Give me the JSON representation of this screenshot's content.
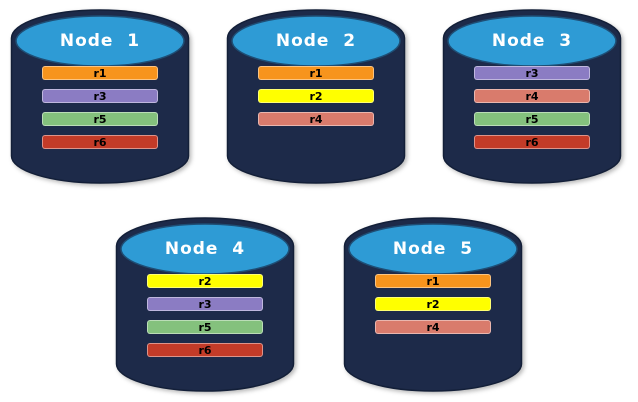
{
  "diagram": {
    "description": "Database cluster replica placement diagram",
    "background_color": "#FFFFFF",
    "cylinder": {
      "body_color": "#1D2A49",
      "body_outline_color": "#131F38",
      "top_color": "#2E9BD5",
      "top_outline_color": "#1E4E75",
      "title_color": "#FFFFFF"
    },
    "replica_colors": {
      "r1": "#F7941D",
      "r2": "#FFFF00",
      "r3": "#8B7CC3",
      "r4": "#D97B6C",
      "r5": "#84C17D",
      "r6": "#C33B28"
    },
    "nodes": [
      {
        "title": "Node  1",
        "row": 1,
        "replicas": [
          "r1",
          "r3",
          "r5",
          "r6"
        ]
      },
      {
        "title": "Node  2",
        "row": 1,
        "replicas": [
          "r1",
          "r2",
          "r4"
        ]
      },
      {
        "title": "Node  3",
        "row": 1,
        "replicas": [
          "r3",
          "r4",
          "r5",
          "r6"
        ]
      },
      {
        "title": "Node  4",
        "row": 2,
        "replicas": [
          "r2",
          "r3",
          "r5",
          "r6"
        ]
      },
      {
        "title": "Node  5",
        "row": 2,
        "replicas": [
          "r1",
          "r2",
          "r4"
        ]
      }
    ]
  }
}
